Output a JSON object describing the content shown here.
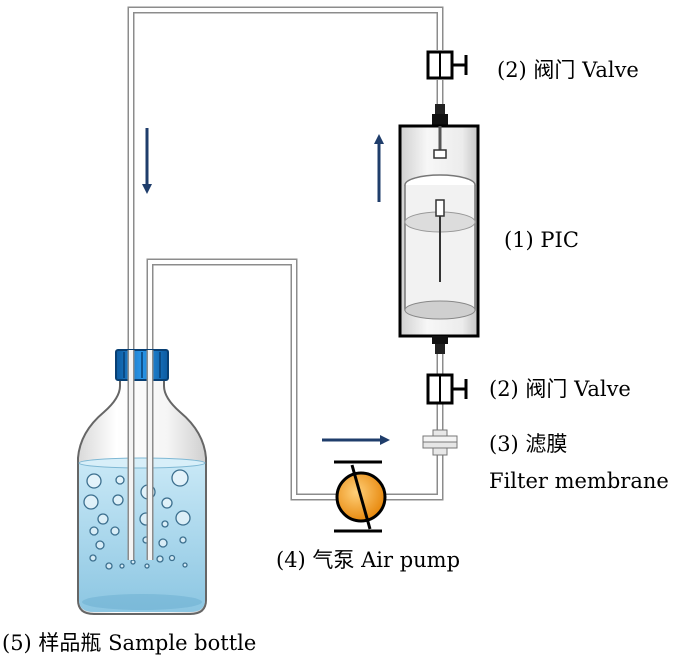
{
  "labels": {
    "valve_top": "(2) 阀门 Valve",
    "valve_bottom": "(2) 阀门 Valve",
    "pic": "(1) PIC",
    "filter_cn": "(3) 滤膜",
    "filter_en": "Filter membrane",
    "air_pump": "(4) 气泵 Air pump",
    "sample_bottle": "(5) 样品瓶 Sample bottle"
  },
  "colors": {
    "arrow": "#1f3d6b",
    "tube_fill": "#ffffff",
    "tube_stroke": "#9a9a9a",
    "bottle_cap": "#1a7fd0",
    "water": "#a8d8ee",
    "pump": "#f5a623",
    "glass": "#f2f2f2"
  }
}
